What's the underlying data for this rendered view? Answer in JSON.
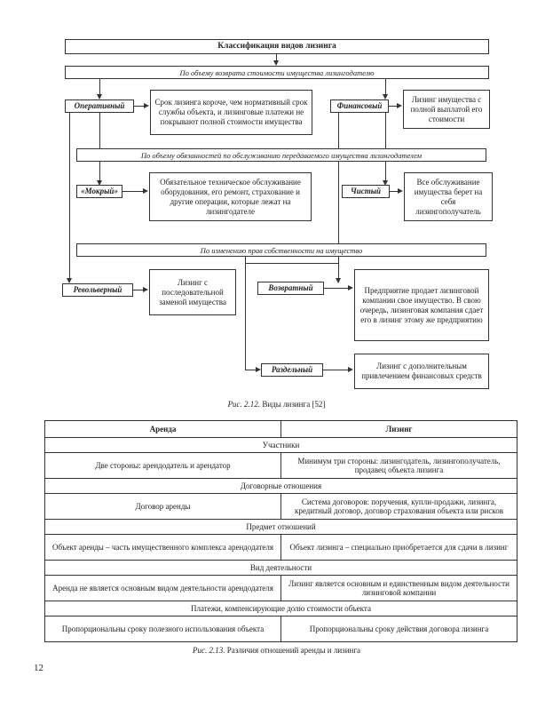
{
  "diagram": {
    "title": "Классификация видов лизинга",
    "band1": "По объему возврата стоимости имущества лизингодателю",
    "operative": "Оперативный",
    "operative_desc": "Срок лизинга короче, чем нормативный срок службы объекта, и лизинговые платежи не покрывают полной стоимости имущества",
    "financial": "Финансовый",
    "financial_desc": "Лизинг имущества с полной выплатой его стоимости",
    "band2": "По объему обязанностей по обслуживанию передаваемого имущества лизингодателем",
    "wet": "«Мокрый»",
    "wet_desc": "Обязательное техническое обслуживание оборудования, его ремонт, страхование и другие операции, которые лежат на лизингодателе",
    "clean": "Чистый",
    "clean_desc": "Все обслуживание имущества берет на себя лизингополучатель",
    "band3": "По изменению прав собственности на имущество",
    "revolving": "Револьверный",
    "revolving_desc": "Лизинг с последовательной заменой имущества",
    "return": "Возвратный",
    "return_desc": "Предприятие продает лизинговой компании свое имущество. В свою очередь, лизинговая компания сдает его в лизинг этому же предприятию",
    "separate": "Раздельный",
    "separate_desc": "Лизинг с дополнительным привлечением финансовых средств",
    "caption_num": "Рис. 2.12.",
    "caption_text": "Виды лизинга [52]"
  },
  "table": {
    "headers": [
      "Аренда",
      "Лизинг"
    ],
    "sections": [
      {
        "category": "Участники",
        "left": "Две стороны: арендодатель и арендатор",
        "right": "Минимум три стороны: лизингодатель, лизингополучатель, продавец объекта лизинга"
      },
      {
        "category": "Договорные отношения",
        "left": "Договор аренды",
        "right": "Система договоров: поручения, купли-продажи, лизинга, кредитный договор, договор страхования объекта или рисков"
      },
      {
        "category": "Предмет отношений",
        "left": "Объект аренды – часть имущественного комплекса арендодателя",
        "right": "Объект лизинга – специально приобретается для сдачи в лизинг"
      },
      {
        "category": "Вид деятельности",
        "left": "Аренда не является основным видом деятельности арендодателя",
        "right": "Лизинг является основным и единственным видом деятельности лизинговой компании"
      },
      {
        "category": "Платежи, компенсирующие долю стоимости объекта",
        "left": "Пропорциональны сроку полезного использования объекта",
        "right": "Пропорциональны сроку действия договора лизинга"
      }
    ],
    "caption_num": "Рис. 2.13.",
    "caption_text": "Различия отношений аренды и лизинга"
  },
  "page_number": "12"
}
